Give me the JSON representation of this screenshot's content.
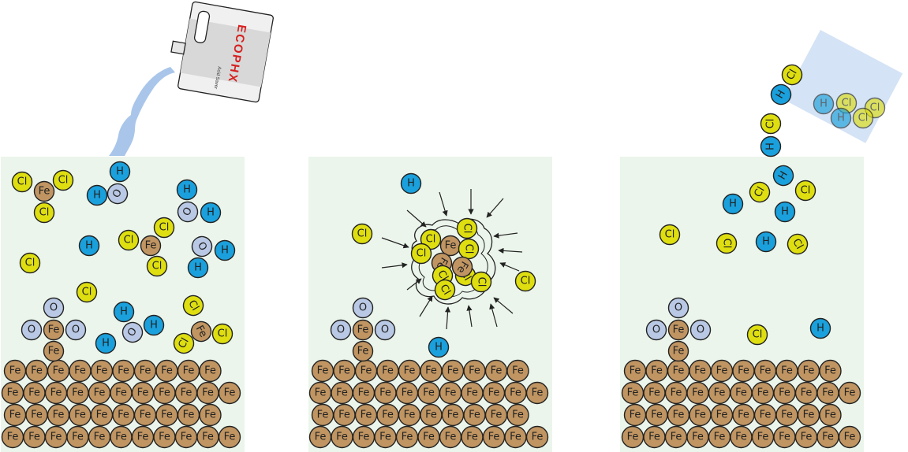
{
  "elements": {
    "Fe": {
      "label": "Fe",
      "color": "#c09562"
    },
    "Cl": {
      "label": "Cl",
      "color": "#dede10"
    },
    "H": {
      "label": "H",
      "color": "#1aa0dc"
    },
    "O": {
      "label": "O",
      "color": "#b9c8e4"
    }
  },
  "colors": {
    "panel_bg": "#ebf5eb",
    "liquid": "#a9c6ea",
    "faded_box": "#cfe0f4",
    "outline": "#222222"
  },
  "bottle": {
    "brand": "ECOPHX",
    "sublabel": "Acid Saver"
  },
  "panels": [
    {
      "name": "panel-1-pouring"
    },
    {
      "name": "panel-2-encapsulation"
    },
    {
      "name": "panel-3-released"
    }
  ]
}
